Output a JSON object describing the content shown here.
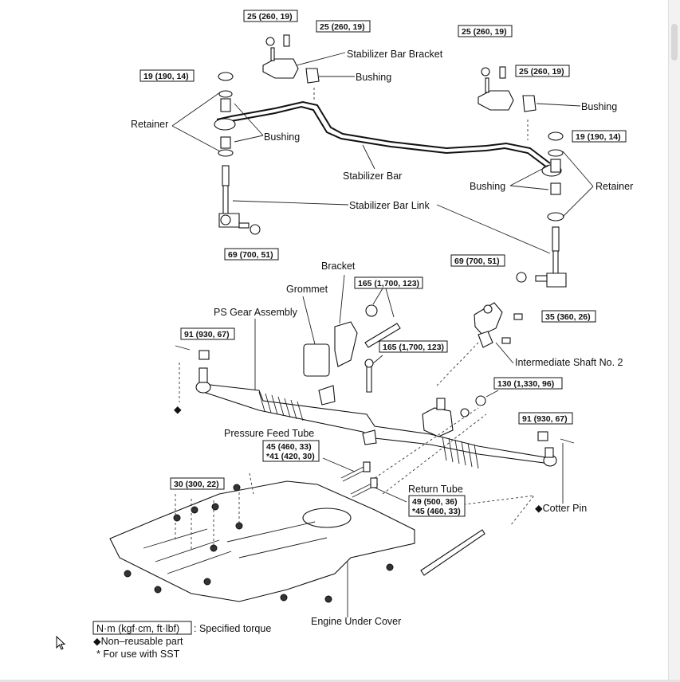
{
  "labels": {
    "stabilizer_bar_bracket": "Stabilizer Bar Bracket",
    "bushing_top_left": "Bushing",
    "bushing_top_right": "Bushing",
    "retainer_left": "Retainer",
    "bushing_left": "Bushing",
    "stabilizer_bar": "Stabilizer Bar",
    "bushing_right": "Bushing",
    "retainer_right": "Retainer",
    "stabilizer_bar_link": "Stabilizer Bar Link",
    "bracket": "Bracket",
    "grommet": "Grommet",
    "ps_gear_assembly": "PS Gear Assembly",
    "intermediate_shaft": "Intermediate Shaft No. 2",
    "pressure_feed_tube": "Pressure Feed Tube",
    "return_tube": "Return Tube",
    "cotter_pin": "◆Cotter Pin",
    "engine_under_cover": "Engine Under Cover"
  },
  "torques": {
    "t1": "25 (260, 19)",
    "t2": "25 (260, 19)",
    "t3": "25 (260, 19)",
    "t4": "25 (260, 19)",
    "t5": "19 (190, 14)",
    "t6": "19 (190, 14)",
    "t7": "69 (700, 51)",
    "t8": "69 (700, 51)",
    "t9": "165 (1,700, 123)",
    "t10": "165 (1,700, 123)",
    "t11": "35 (360, 26)",
    "t12": "91 (930, 67)",
    "t13": "130 (1,330, 96)",
    "t14": "91 (930, 67)",
    "t15a": "45 (460, 33)",
    "t15b": "*41 (420, 30)",
    "t16": "30 (300, 22)",
    "t17a": "49 (500, 36)",
    "t17b": "*45 (460, 33)"
  },
  "legend": {
    "unit_box": "N·m (kgf·cm, ft·lbf)",
    "unit_desc": ": Specified torque",
    "non_reusable": "◆Non–reusable part",
    "sst": "* For use with SST"
  },
  "marks": {
    "diamond": "◆"
  },
  "colors": {
    "ink": "#111111",
    "background": "#ffffff"
  }
}
